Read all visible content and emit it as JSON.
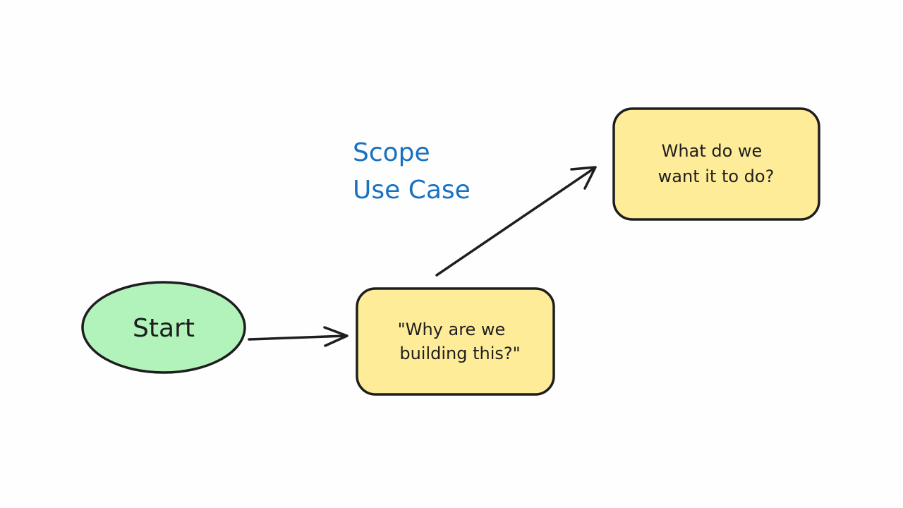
{
  "diagram": {
    "nodes": {
      "start": {
        "label": "Start",
        "fill": "#b2f2bb",
        "stroke": "#1e1e1e"
      },
      "why": {
        "line1": "\"Why are we",
        "line2": "building this?\"",
        "fill": "#ffec99",
        "stroke": "#1e1e1e"
      },
      "what": {
        "line1": "What do we",
        "line2": "want it to do?",
        "fill": "#ffec99",
        "stroke": "#1e1e1e"
      }
    },
    "annotation": {
      "line1": "Scope",
      "line2": "Use Case",
      "color": "#1971c2"
    },
    "edges": [
      {
        "from": "start",
        "to": "why"
      },
      {
        "from": "why",
        "to": "what"
      }
    ]
  }
}
